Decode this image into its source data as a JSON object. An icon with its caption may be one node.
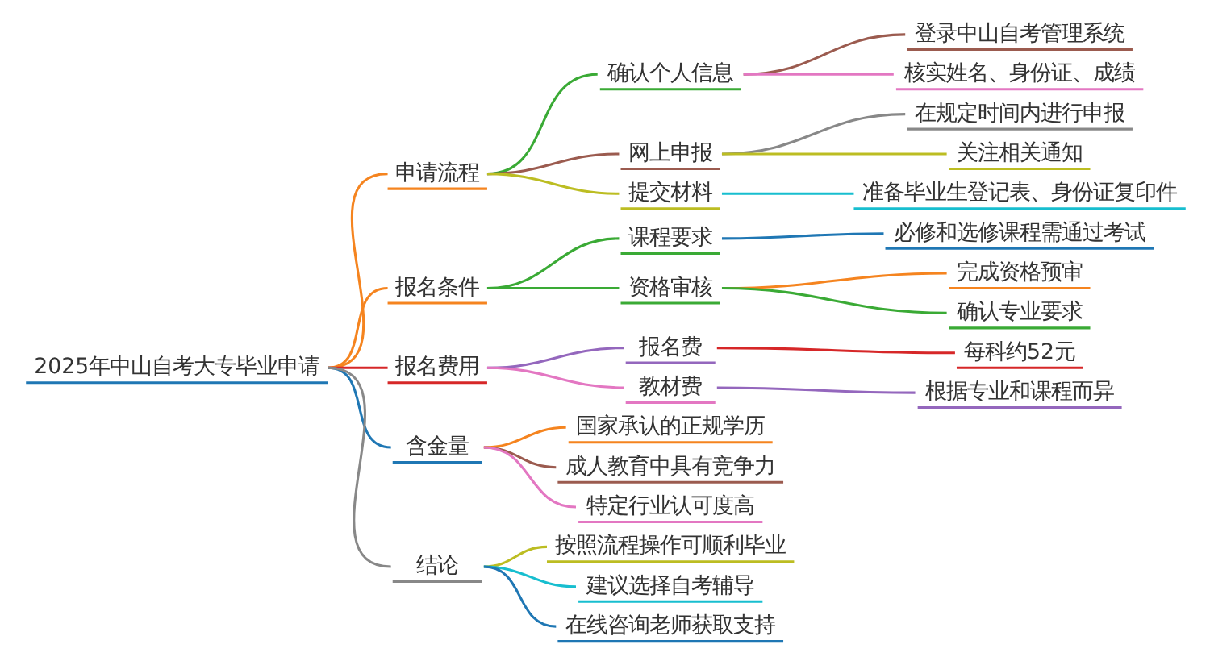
{
  "diagram": {
    "nodes": [
      {
        "text": [
          "2025年中山自考大专毕业申请"
        ]
      },
      {
        "text": [
          "申请流程"
        ]
      },
      {
        "text": [
          "确认个人信息"
        ]
      },
      {
        "text": [
          "登录中山自考管理系统"
        ]
      },
      {
        "text": [
          "核实姓名、身份证、成绩"
        ]
      },
      {
        "text": [
          "网上申报"
        ]
      },
      {
        "text": [
          "在规定时间内进行申报"
        ]
      },
      {
        "text": [
          "关注相关通知"
        ]
      },
      {
        "text": [
          "提交材料"
        ]
      },
      {
        "text": [
          "准备毕业生登记表、身份证复印件"
        ]
      },
      {
        "text": [
          "报名条件"
        ]
      },
      {
        "text": [
          "课程要求"
        ]
      },
      {
        "text": [
          "必修和选修课程需通过考试"
        ]
      },
      {
        "text": [
          "资格审核"
        ]
      },
      {
        "text": [
          "完成资格预审"
        ]
      },
      {
        "text": [
          "确认专业要求"
        ]
      },
      {
        "text": [
          "报名费用"
        ]
      },
      {
        "text": [
          "报名费"
        ]
      },
      {
        "text": [
          "每科约52元"
        ]
      },
      {
        "text": [
          "教材费"
        ]
      },
      {
        "text": [
          "根据专业和课程而异"
        ]
      },
      {
        "text": [
          "含金量"
        ]
      },
      {
        "text": [
          "国家承认的正规学历"
        ]
      },
      {
        "text": [
          "成人教育中具有竞争力"
        ]
      },
      {
        "text": [
          "特定行业认可度高"
        ]
      },
      {
        "text": [
          "结论"
        ]
      },
      {
        "text": [
          "按照流程操作可顺利毕业"
        ]
      },
      {
        "text": [
          "建议选择自考辅导"
        ]
      },
      {
        "text": [
          "在线咨询老师获取支持"
        ]
      }
    ],
    "edges": [
      {
        "from": 0,
        "to": 1,
        "arrow": "none",
        "color": "#f5841f"
      },
      {
        "from": 1,
        "to": 2,
        "arrow": "none",
        "color": "#3aaa35"
      },
      {
        "from": 2,
        "to": 3,
        "arrow": "none",
        "color": "#9b5b4f"
      },
      {
        "from": 2,
        "to": 4,
        "arrow": "none",
        "color": "#e377c2"
      },
      {
        "from": 1,
        "to": 5,
        "arrow": "none",
        "color": "#9b5b4f"
      },
      {
        "from": 5,
        "to": 6,
        "arrow": "none",
        "color": "#888888"
      },
      {
        "from": 5,
        "to": 7,
        "arrow": "none",
        "color": "#bcbd22"
      },
      {
        "from": 1,
        "to": 8,
        "arrow": "none",
        "color": "#bcbd22"
      },
      {
        "from": 8,
        "to": 9,
        "arrow": "none",
        "color": "#17becf"
      },
      {
        "from": 0,
        "to": 10,
        "arrow": "none",
        "color": "#f5841f"
      },
      {
        "from": 10,
        "to": 11,
        "arrow": "none",
        "color": "#3aaa35"
      },
      {
        "from": 11,
        "to": 12,
        "arrow": "none",
        "color": "#1f77b4"
      },
      {
        "from": 10,
        "to": 13,
        "arrow": "none",
        "color": "#3aaa35"
      },
      {
        "from": 13,
        "to": 14,
        "arrow": "none",
        "color": "#f5841f"
      },
      {
        "from": 13,
        "to": 15,
        "arrow": "none",
        "color": "#3aaa35"
      },
      {
        "from": 0,
        "to": 16,
        "arrow": "none",
        "color": "#d62728"
      },
      {
        "from": 16,
        "to": 17,
        "arrow": "none",
        "color": "#9467bd"
      },
      {
        "from": 17,
        "to": 18,
        "arrow": "none",
        "color": "#d62728"
      },
      {
        "from": 16,
        "to": 19,
        "arrow": "none",
        "color": "#e377c2"
      },
      {
        "from": 19,
        "to": 20,
        "arrow": "none",
        "color": "#9467bd"
      },
      {
        "from": 0,
        "to": 21,
        "arrow": "none",
        "color": "#1f77b4"
      },
      {
        "from": 21,
        "to": 22,
        "arrow": "none",
        "color": "#f5841f"
      },
      {
        "from": 21,
        "to": 23,
        "arrow": "none",
        "color": "#9b5b4f"
      },
      {
        "from": 21,
        "to": 24,
        "arrow": "none",
        "color": "#e377c2"
      },
      {
        "from": 0,
        "to": 25,
        "arrow": "none",
        "color": "#888888"
      },
      {
        "from": 25,
        "to": 26,
        "arrow": "none",
        "color": "#bcbd22"
      },
      {
        "from": 25,
        "to": 27,
        "arrow": "none",
        "color": "#17becf"
      },
      {
        "from": 25,
        "to": 28,
        "arrow": "none",
        "color": "#1f77b4"
      }
    ]
  }
}
